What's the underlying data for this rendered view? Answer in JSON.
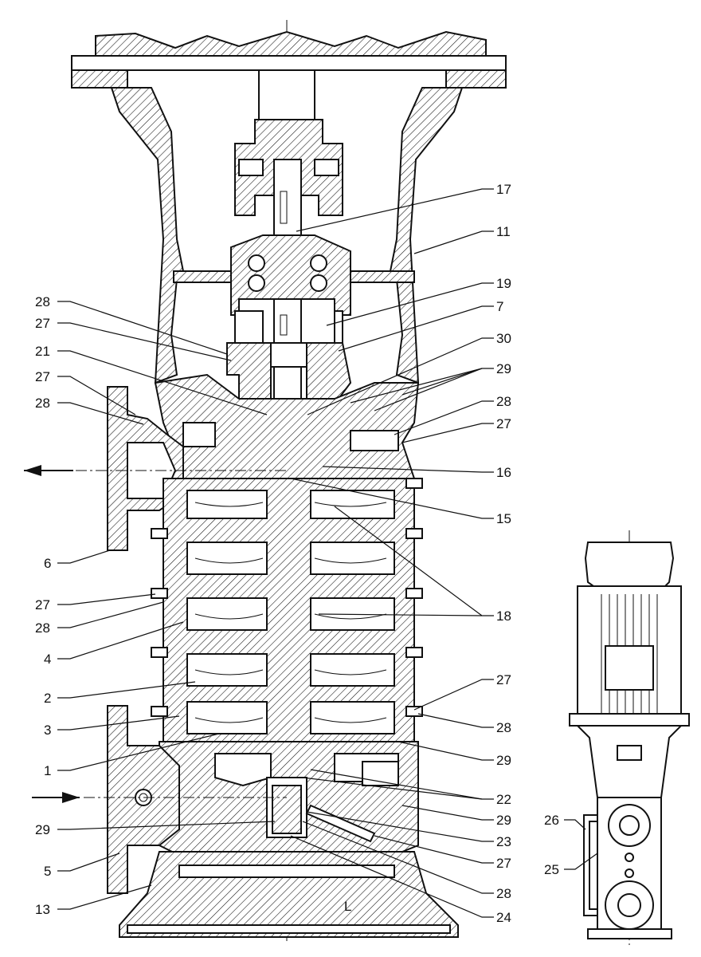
{
  "diagram": {
    "callouts_left": [
      {
        "id": "l28a",
        "text": "28"
      },
      {
        "id": "l27a",
        "text": "27"
      },
      {
        "id": "l21",
        "text": "21"
      },
      {
        "id": "l27b",
        "text": "27"
      },
      {
        "id": "l28b",
        "text": "28"
      },
      {
        "id": "l6",
        "text": "6"
      },
      {
        "id": "l27c",
        "text": "27"
      },
      {
        "id": "l28c",
        "text": "28"
      },
      {
        "id": "l4",
        "text": "4"
      },
      {
        "id": "l2",
        "text": "2"
      },
      {
        "id": "l3",
        "text": "3"
      },
      {
        "id": "l1",
        "text": "1"
      },
      {
        "id": "l29",
        "text": "29"
      },
      {
        "id": "l5",
        "text": "5"
      },
      {
        "id": "l13",
        "text": "13"
      }
    ],
    "callouts_right": [
      {
        "id": "r17",
        "text": "17"
      },
      {
        "id": "r11",
        "text": "11"
      },
      {
        "id": "r19",
        "text": "19"
      },
      {
        "id": "r7",
        "text": "7"
      },
      {
        "id": "r30",
        "text": "30"
      },
      {
        "id": "r29a",
        "text": "29"
      },
      {
        "id": "r28a",
        "text": "28"
      },
      {
        "id": "r27a",
        "text": "27"
      },
      {
        "id": "r16",
        "text": "16"
      },
      {
        "id": "r15",
        "text": "15"
      },
      {
        "id": "r18",
        "text": "18"
      },
      {
        "id": "r27b",
        "text": "27"
      },
      {
        "id": "r28b",
        "text": "28"
      },
      {
        "id": "r29b",
        "text": "29"
      },
      {
        "id": "r22",
        "text": "22"
      },
      {
        "id": "r29c",
        "text": "29"
      },
      {
        "id": "r23",
        "text": "23"
      },
      {
        "id": "r27c",
        "text": "27"
      },
      {
        "id": "r28c",
        "text": "28"
      },
      {
        "id": "r24",
        "text": "24"
      }
    ],
    "callouts_side_view": [
      {
        "id": "s26",
        "text": "26"
      },
      {
        "id": "s25",
        "text": "25"
      }
    ],
    "base_mark": "L"
  }
}
